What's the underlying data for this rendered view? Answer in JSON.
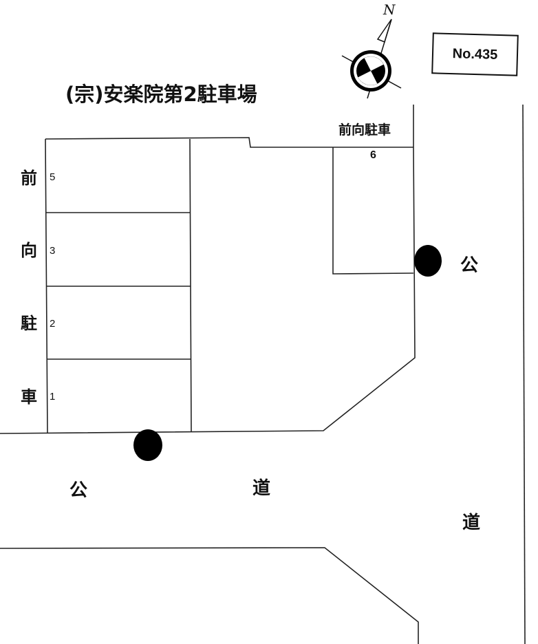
{
  "title": "(宗)安楽院第2駐車場",
  "map_number": "No.435",
  "compass": {
    "north_label": "N",
    "icon": "north-arrow-compass"
  },
  "parking_block_left": {
    "vertical_label": [
      "前",
      "向",
      "駐",
      "車"
    ],
    "space_numbers": [
      "5",
      "3",
      "2",
      "1"
    ]
  },
  "parking_block_right": {
    "label": "前向駐車",
    "space_number": "6"
  },
  "roads": {
    "bottom_road": [
      "公",
      "道"
    ],
    "right_road": [
      "公",
      "道"
    ]
  },
  "markers": [
    {
      "type": "entrance-dot",
      "location": "bottom"
    },
    {
      "type": "entrance-dot",
      "location": "right"
    }
  ],
  "colors": {
    "line": "#222222",
    "dot": "#000000",
    "background": "#ffffff"
  }
}
